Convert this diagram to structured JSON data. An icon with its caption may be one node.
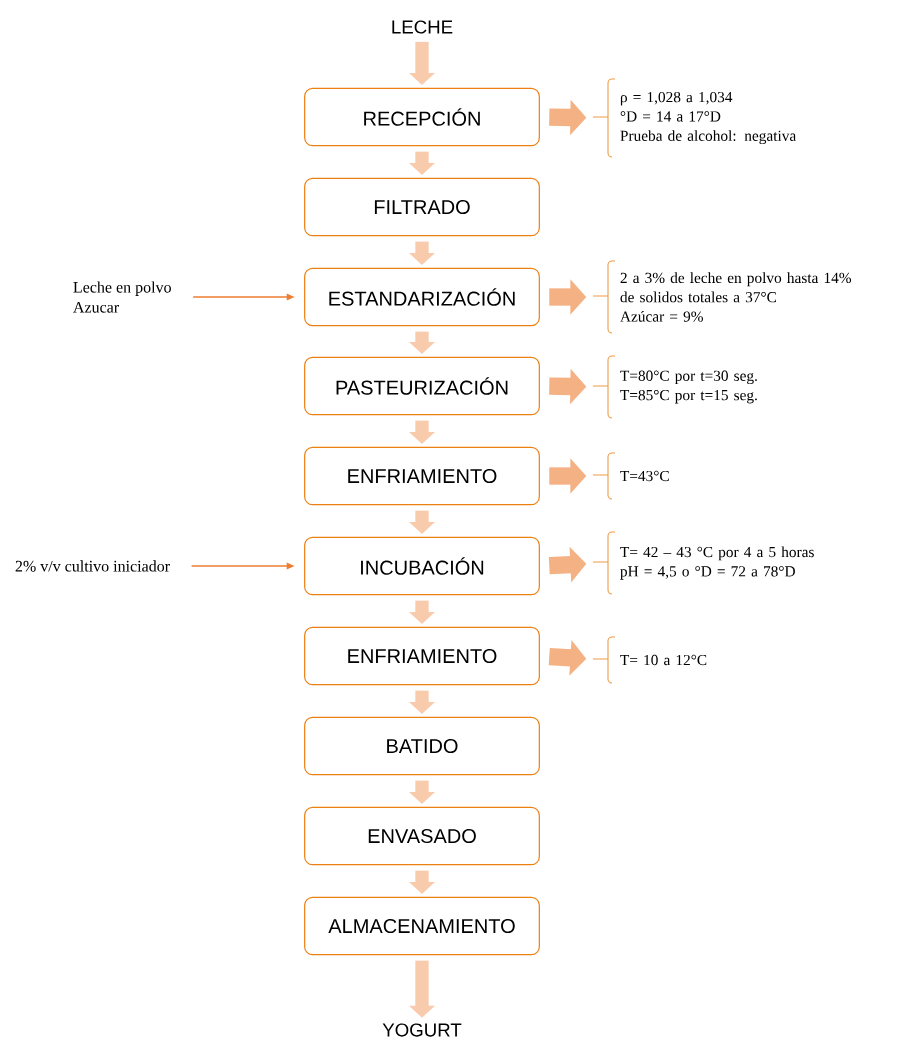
{
  "diagram": {
    "nodes": [
      {
        "text": [
          "LECHE"
        ]
      },
      {
        "text": [
          "RECEPCIÓN"
        ]
      },
      {
        "text": [
          "FILTRADO"
        ]
      },
      {
        "text": [
          "ESTANDARIZACIÓN"
        ]
      },
      {
        "text": [
          "PASTEURIZACIÓN"
        ]
      },
      {
        "text": [
          "ENFRIAMIENTO"
        ]
      },
      {
        "text": [
          "INCUBACIÓN"
        ]
      },
      {
        "text": [
          "ENFRIAMIENTO"
        ]
      },
      {
        "text": [
          "BATIDO"
        ]
      },
      {
        "text": [
          "ENVASADO"
        ]
      },
      {
        "text": [
          "ALMACENAMIENTO"
        ]
      },
      {
        "text": [
          "YOGURT"
        ]
      },
      {
        "text": [
          "ρ = 1,028 a 1,034",
          "°D = 14 a 17°D",
          "Prueba de alcohol: negativa"
        ]
      },
      {
        "text": [
          "2 a 3% de leche en polvo hasta 14% de solidos totales a 37°C",
          "Azúcar = 9%"
        ]
      },
      {
        "text": [
          "T=80°C por t=30 seg.",
          "T=85°C por t=15 seg."
        ]
      },
      {
        "text": [
          "T=43°C"
        ]
      },
      {
        "text": [
          "T= 42 – 43 °C por 4 a 5 horas",
          "pH = 4,5 o °D = 72 a 78°D"
        ]
      },
      {
        "text": [
          "T= 10 a 12°C"
        ]
      },
      {
        "text": [
          "Leche en polvo",
          "Azucar"
        ]
      },
      {
        "text": [
          "2% v/v cultivo iniciador"
        ]
      }
    ],
    "edges": [
      {
        "from": 0,
        "to": 1,
        "arrow": "to",
        "color": "#f8cbad"
      },
      {
        "from": 1,
        "to": 2,
        "arrow": "to",
        "color": "#f8cbad"
      },
      {
        "from": 2,
        "to": 3,
        "arrow": "to",
        "color": "#f8cbad"
      },
      {
        "from": 3,
        "to": 4,
        "arrow": "to",
        "color": "#f8cbad"
      },
      {
        "from": 4,
        "to": 5,
        "arrow": "to",
        "color": "#f8cbad"
      },
      {
        "from": 5,
        "to": 6,
        "arrow": "to",
        "color": "#f8cbad"
      },
      {
        "from": 6,
        "to": 7,
        "arrow": "to",
        "color": "#f8cbad"
      },
      {
        "from": 7,
        "to": 8,
        "arrow": "to",
        "color": "#f8cbad"
      },
      {
        "from": 8,
        "to": 9,
        "arrow": "to",
        "color": "#f8cbad"
      },
      {
        "from": 9,
        "to": 10,
        "arrow": "to",
        "color": "#f8cbad"
      },
      {
        "from": 10,
        "to": 11,
        "arrow": "to",
        "color": "#f8cbad"
      },
      {
        "from": 1,
        "to": 12,
        "arrow": "to",
        "color": "#f4b183"
      },
      {
        "from": 3,
        "to": 13,
        "arrow": "to",
        "color": "#f4b183"
      },
      {
        "from": 4,
        "to": 14,
        "arrow": "to",
        "color": "#f4b183"
      },
      {
        "from": 5,
        "to": 15,
        "arrow": "to",
        "color": "#f4b183"
      },
      {
        "from": 6,
        "to": 16,
        "arrow": "to",
        "color": "#f4b183"
      },
      {
        "from": 7,
        "to": 17,
        "arrow": "to",
        "color": "#f4b183"
      },
      {
        "from": 18,
        "to": 3,
        "arrow": "to",
        "color": "#ed7d31"
      },
      {
        "from": 19,
        "to": 6,
        "arrow": "to",
        "color": "#ed7d31"
      }
    ]
  }
}
